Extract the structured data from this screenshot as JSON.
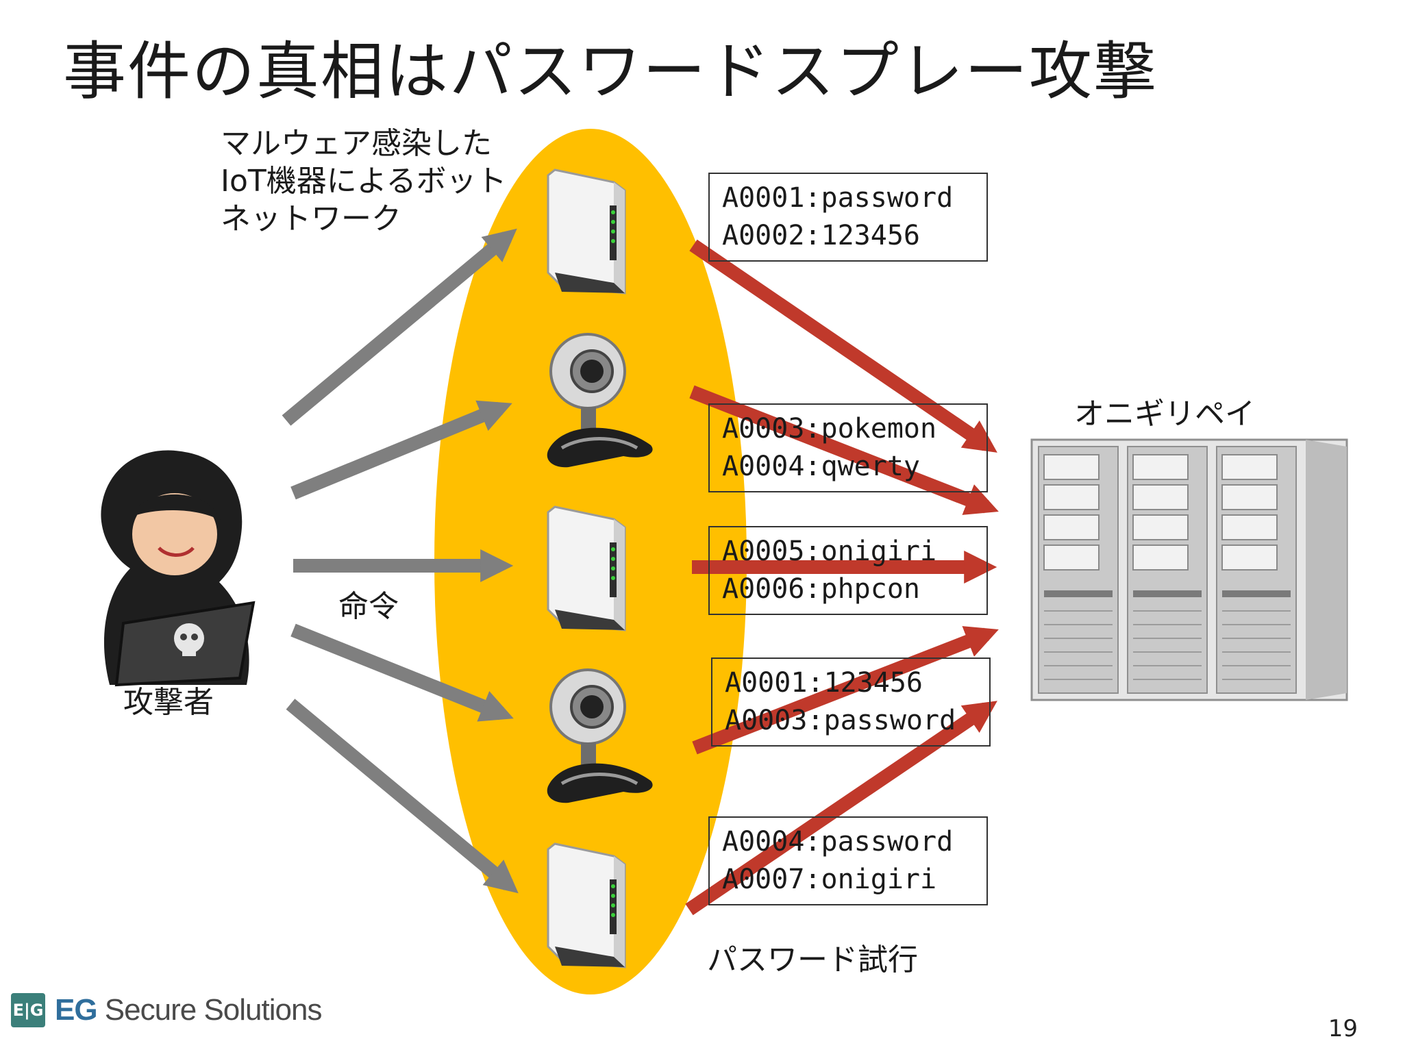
{
  "slide": {
    "title": "事件の真相はパスワードスプレー攻撃",
    "page_number": "19"
  },
  "labels": {
    "botnet_lines": [
      "マルウェア感染した",
      "IoT機器によるボット",
      "ネットワーク"
    ],
    "command": "命令",
    "attacker": "攻撃者",
    "server": "オニギリペイ",
    "password_trial": "パスワード試行"
  },
  "credential_attempts": [
    {
      "lines": [
        "A0001:password",
        "A0002:123456"
      ]
    },
    {
      "lines": [
        "A0003:pokemon",
        "A0004:qwerty"
      ]
    },
    {
      "lines": [
        "A0005:onigiri",
        "A0006:phpcon"
      ]
    },
    {
      "lines": [
        "A0001:123456",
        "A0003:password"
      ]
    },
    {
      "lines": [
        "A0004:password",
        "A0007:onigiri"
      ]
    }
  ],
  "devices": [
    {
      "icon": "router-icon"
    },
    {
      "icon": "webcam-icon"
    },
    {
      "icon": "router-icon"
    },
    {
      "icon": "webcam-icon"
    },
    {
      "icon": "router-icon"
    }
  ],
  "footer": {
    "logo_mark": "E|G",
    "company_bold": "EG",
    "company_rest": " Secure Solutions"
  },
  "colors": {
    "botnet_ellipse": "#FFBF00",
    "command_arrow": "#7f7f7f",
    "attack_arrow": "#C0392B",
    "logo": "#3b7f7a"
  }
}
